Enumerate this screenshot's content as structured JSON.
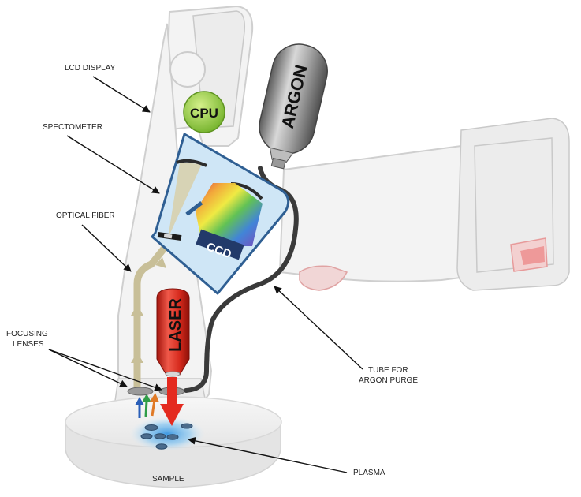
{
  "labels": {
    "lcd_display": "LCD DISPLAY",
    "spectrometer": "SPECTOMETER",
    "optical_fiber": "OPTICAL FIBER",
    "focusing_lenses_1": "FOCUSING",
    "focusing_lenses_2": "LENSES",
    "tube_1": "TUBE FOR",
    "tube_2": "ARGON PURGE",
    "plasma": "PLASMA",
    "sample": "SAMPLE"
  },
  "components": {
    "cpu": "CPU",
    "argon": "ARGON",
    "ccd": "CCD",
    "laser": "LASER"
  },
  "colors": {
    "cpu_green": "#8cc63f",
    "argon_gray": "#8a8a8a",
    "laser_red": "#d42a1e",
    "spectrometer_fill": "#cfe6f6",
    "spectrometer_stroke": "#2f5f93",
    "fiber_tan": "#c8bf98",
    "plasma_blue": "#4aa8e8",
    "tube_dark": "#3a3a3a"
  }
}
